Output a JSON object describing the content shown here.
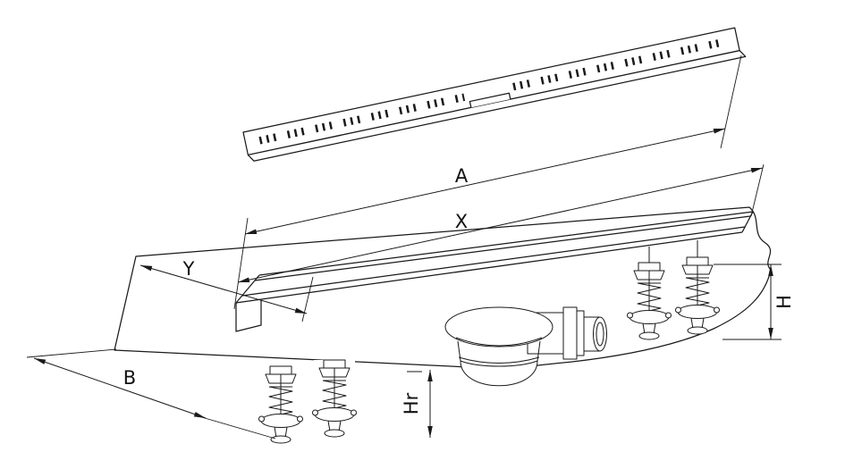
{
  "drawing": {
    "background_color": "#ffffff",
    "line_color": "#1a1a1a",
    "dimension_labels": {
      "length_a": "A",
      "length_x": "X",
      "offset_y": "Y",
      "width_b": "B",
      "height_h": "H",
      "height_hr": "Hr"
    }
  }
}
